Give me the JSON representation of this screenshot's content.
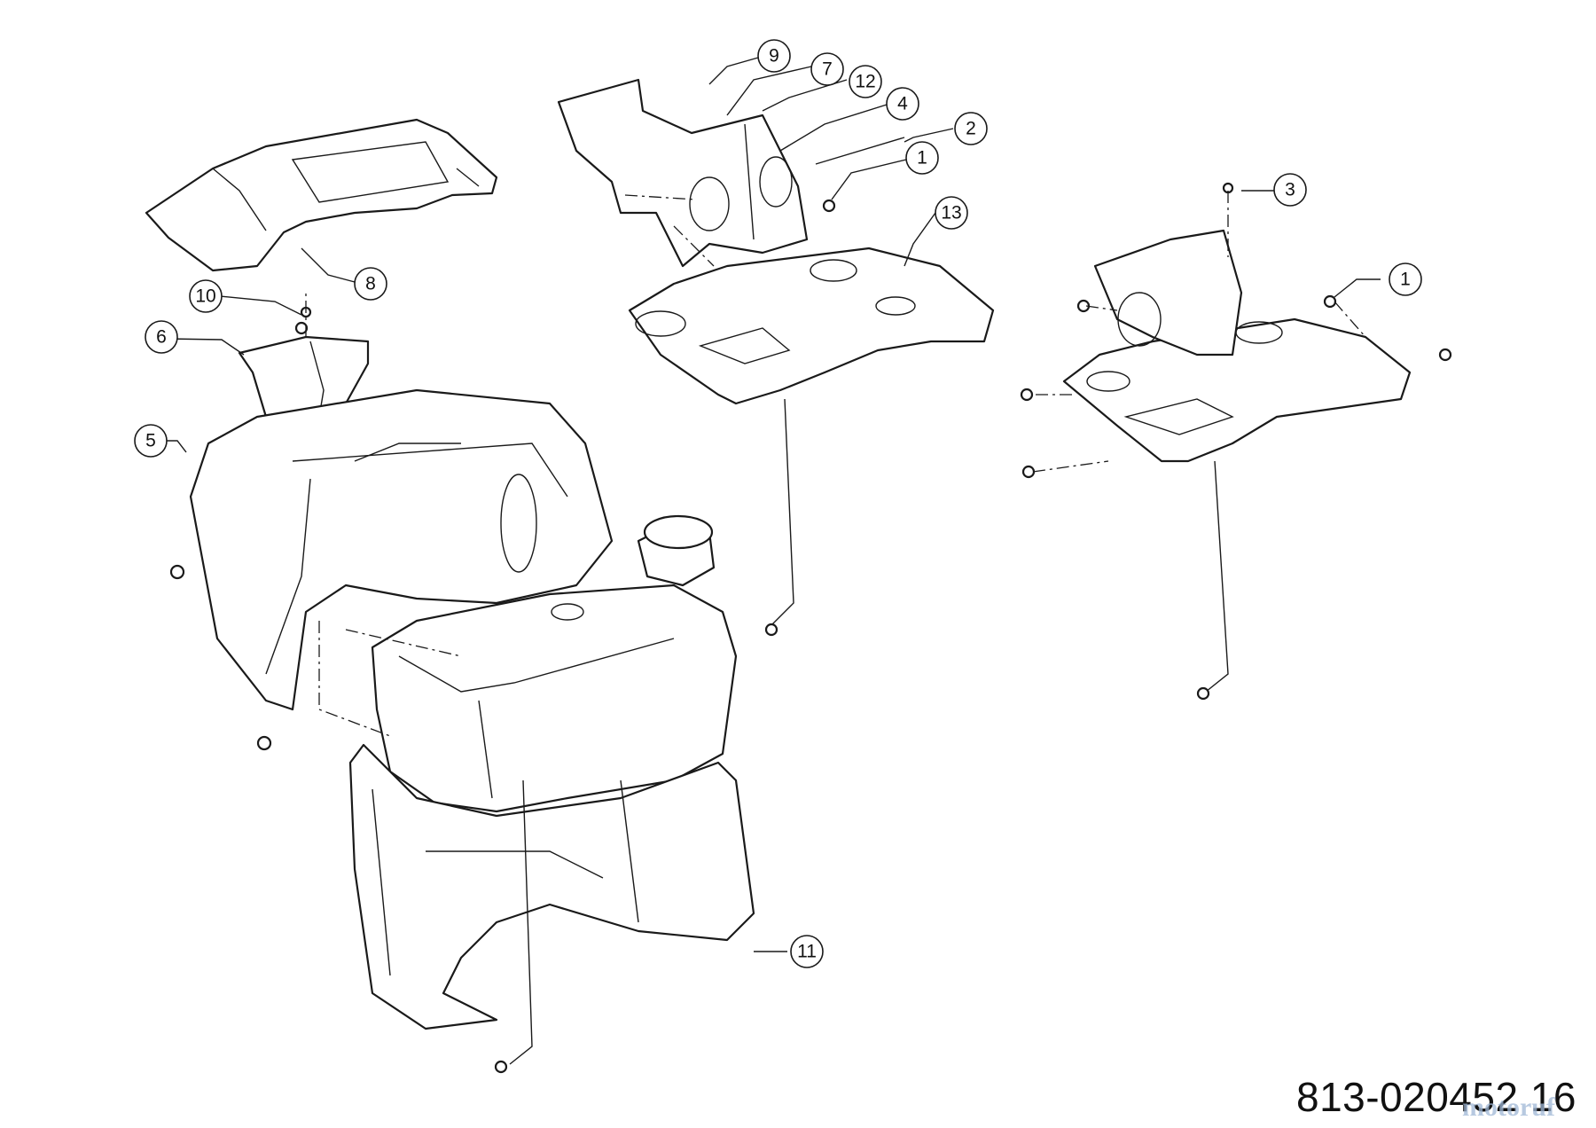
{
  "diagram": {
    "drawing_number": "813-020452 16",
    "watermark": "motoruf",
    "callouts": [
      "9",
      "7",
      "12",
      "4",
      "2",
      "1",
      "13",
      "3",
      "1",
      "8",
      "10",
      "6",
      "5",
      "11"
    ]
  },
  "colors": {
    "line": "#1a1a1a",
    "background": "#ffffff",
    "watermark": "#9fb7d6"
  }
}
